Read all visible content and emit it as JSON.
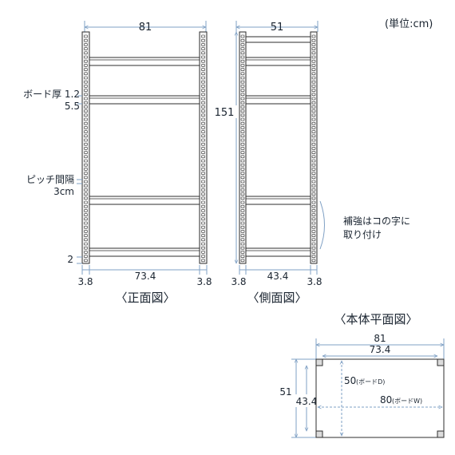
{
  "unit_note": "(単位:cm)",
  "front": {
    "title": "〈正面図〉",
    "width_total": "81",
    "board_thickness_label": "ボード厚 1.2",
    "board_gap": "5.5",
    "pitch_label_line1": "ピッチ間隔",
    "pitch_label_line2": "3cm",
    "bottom_gap": "2",
    "post_left": "3.8",
    "inner_width": "73.4",
    "post_right": "3.8"
  },
  "side": {
    "title": "〈側面図〉",
    "depth_total": "51",
    "height_total": "151",
    "post_left": "3.8",
    "inner_depth": "43.4",
    "post_right": "3.8",
    "reinforce_line1": "補強はコの字に",
    "reinforce_line2": "取り付け"
  },
  "plan": {
    "title": "〈本体平面図〉",
    "outer_width": "81",
    "inner_width": "73.4",
    "outer_depth": "51",
    "inner_depth": "43.4",
    "board_depth_value": "50",
    "board_depth_note": "(ボードD)",
    "board_width_value": "80",
    "board_width_note": "(ボードW)"
  },
  "colors": {
    "dimension": "#7fa0c4",
    "frame": "#2d2d2d",
    "text": "#1a2430",
    "post_fill": "#f4f4f4",
    "shelf_fill": "#ffffff"
  }
}
